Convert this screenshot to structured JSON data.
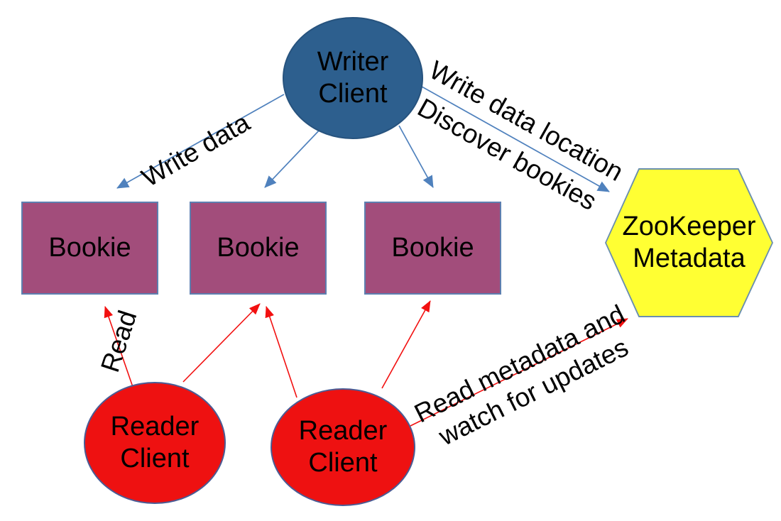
{
  "nodes": {
    "writer_client": {
      "label": "Writer\nClient",
      "shape": "ellipse",
      "fill": "#2d5f8e"
    },
    "bookie_1": {
      "label": "Bookie",
      "shape": "rectangle",
      "fill": "#a24d7b"
    },
    "bookie_2": {
      "label": "Bookie",
      "shape": "rectangle",
      "fill": "#a24d7b"
    },
    "bookie_3": {
      "label": "Bookie",
      "shape": "rectangle",
      "fill": "#a24d7b"
    },
    "zookeeper": {
      "label": "ZooKeeper\nMetadata",
      "shape": "hexagon",
      "fill": "#ffff33"
    },
    "reader_client_1": {
      "label": "Reader\nClient",
      "shape": "ellipse",
      "fill": "#ee1111"
    },
    "reader_client_2": {
      "label": "Reader\nClient",
      "shape": "ellipse",
      "fill": "#ee1111"
    }
  },
  "edge_labels": {
    "write_data": "Write data",
    "write_data_location": "Write data location",
    "discover_bookies": "Discover bookies",
    "read": "Read",
    "read_metadata": "Read metadata and\nwatch for updates"
  },
  "edges": [
    {
      "from": "writer_client",
      "to": "bookie_1",
      "label": "Write data",
      "color": "#4f81bd"
    },
    {
      "from": "writer_client",
      "to": "bookie_2",
      "label": "",
      "color": "#4f81bd"
    },
    {
      "from": "writer_client",
      "to": "bookie_3",
      "label": "",
      "color": "#4f81bd"
    },
    {
      "from": "writer_client",
      "to": "zookeeper",
      "label": "Write data location / Discover bookies",
      "color": "#4f81bd"
    },
    {
      "from": "reader_client_1",
      "to": "bookie_1",
      "label": "Read",
      "color": "#f21010"
    },
    {
      "from": "reader_client_1",
      "to": "bookie_2",
      "label": "",
      "color": "#f21010"
    },
    {
      "from": "reader_client_2",
      "to": "bookie_2",
      "label": "",
      "color": "#f21010"
    },
    {
      "from": "reader_client_2",
      "to": "bookie_3",
      "label": "",
      "color": "#f21010"
    },
    {
      "from": "reader_client_2",
      "to": "zookeeper",
      "label": "Read metadata and watch for updates",
      "color": "#f21010"
    }
  ],
  "colors": {
    "background": "#ffffff",
    "text": "#000000",
    "writer_fill": "#2d5f8e",
    "bookie_fill": "#a24d7b",
    "bookie_border": "#5d7fb0",
    "reader_fill": "#ee1111",
    "zookeeper_fill": "#ffff33",
    "blue_arrow": "#4f81bd",
    "red_arrow": "#f21010"
  }
}
